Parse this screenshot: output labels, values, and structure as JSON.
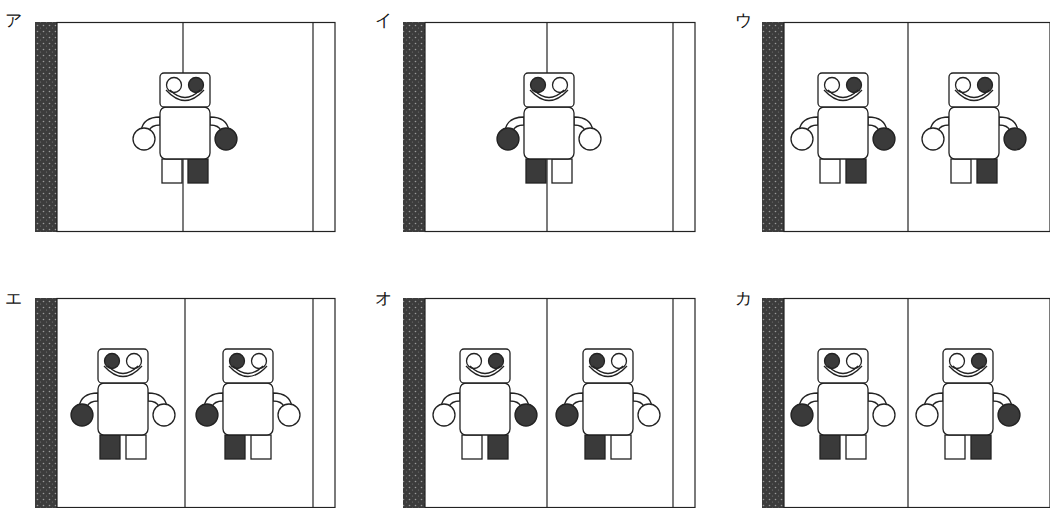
{
  "diagram": {
    "labels": [
      "ア",
      "イ",
      "ウ",
      "エ",
      "オ",
      "カ"
    ]
  }
}
